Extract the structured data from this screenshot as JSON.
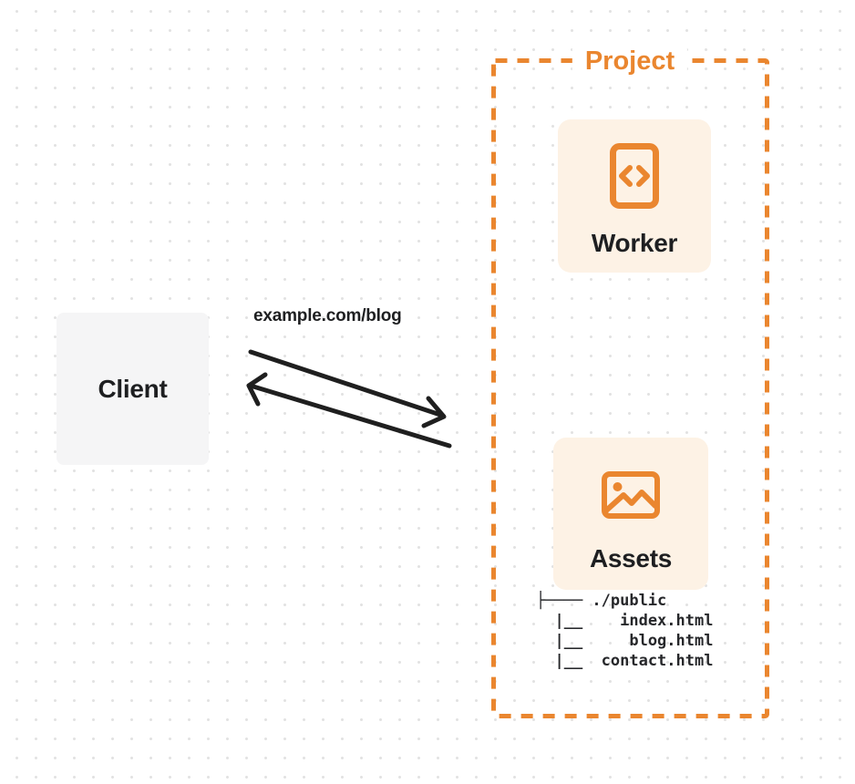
{
  "colors": {
    "orange": "#EA862F",
    "card_bg": "#FDF2E5",
    "client_bg": "#F5F5F6",
    "ink": "#1E1F21",
    "arrow": "#1F1F1F",
    "dot": "#E2E2E2",
    "page_bg": "#FFFFFF"
  },
  "client": {
    "label": "Client"
  },
  "request": {
    "label": "example.com/blog"
  },
  "project": {
    "title": "Project",
    "worker": {
      "label": "Worker",
      "icon": "code-icon"
    },
    "assets": {
      "label": "Assets",
      "icon": "image-icon"
    },
    "file_tree": {
      "lines": [
        "├──── ./public",
        "  |__    index.html",
        "  |__     blog.html",
        "  |__  contact.html"
      ]
    }
  }
}
